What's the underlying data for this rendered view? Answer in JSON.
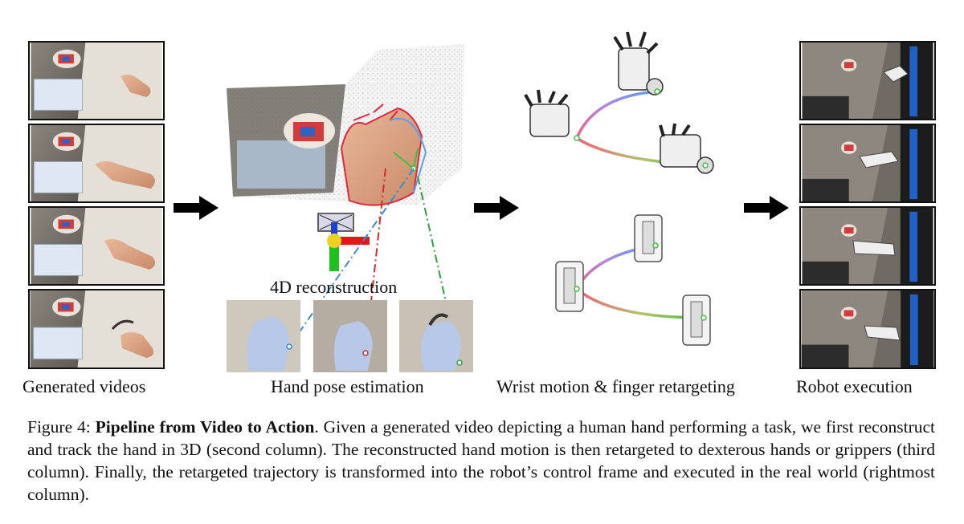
{
  "columns": {
    "generated_videos": "Generated videos",
    "hand_pose": "Hand pose estimation",
    "retargeting": "Wrist motion & finger retargeting",
    "robot": "Robot execution"
  },
  "recon_label": "4D reconstruction",
  "caption": {
    "prefix": "Figure 4: ",
    "title": "Pipeline from Video to Action",
    "body": ". Given a generated video depicting a human hand performing a task, we first reconstruct and track the hand in 3D (second column). The reconstructed hand motion is then retargeted to dexterous hands or grippers (third column). Finally, the retargeted trajectory is transformed into the robot’s control frame and executed in the real world (rightmost column)."
  },
  "colors": {
    "arrow": "#000000",
    "trajectory_start": "#f0607a",
    "trajectory_blue": "#5aa0f0",
    "trajectory_green": "#3cc040",
    "dash_red": "#d42a2a",
    "dash_blue": "#3a8ad8",
    "dash_green": "#2fa040",
    "robot_blue": "#1e62c8"
  },
  "icons": [
    "pipeline-arrow-icon",
    "coordinate-axes-icon",
    "camera-icon"
  ]
}
